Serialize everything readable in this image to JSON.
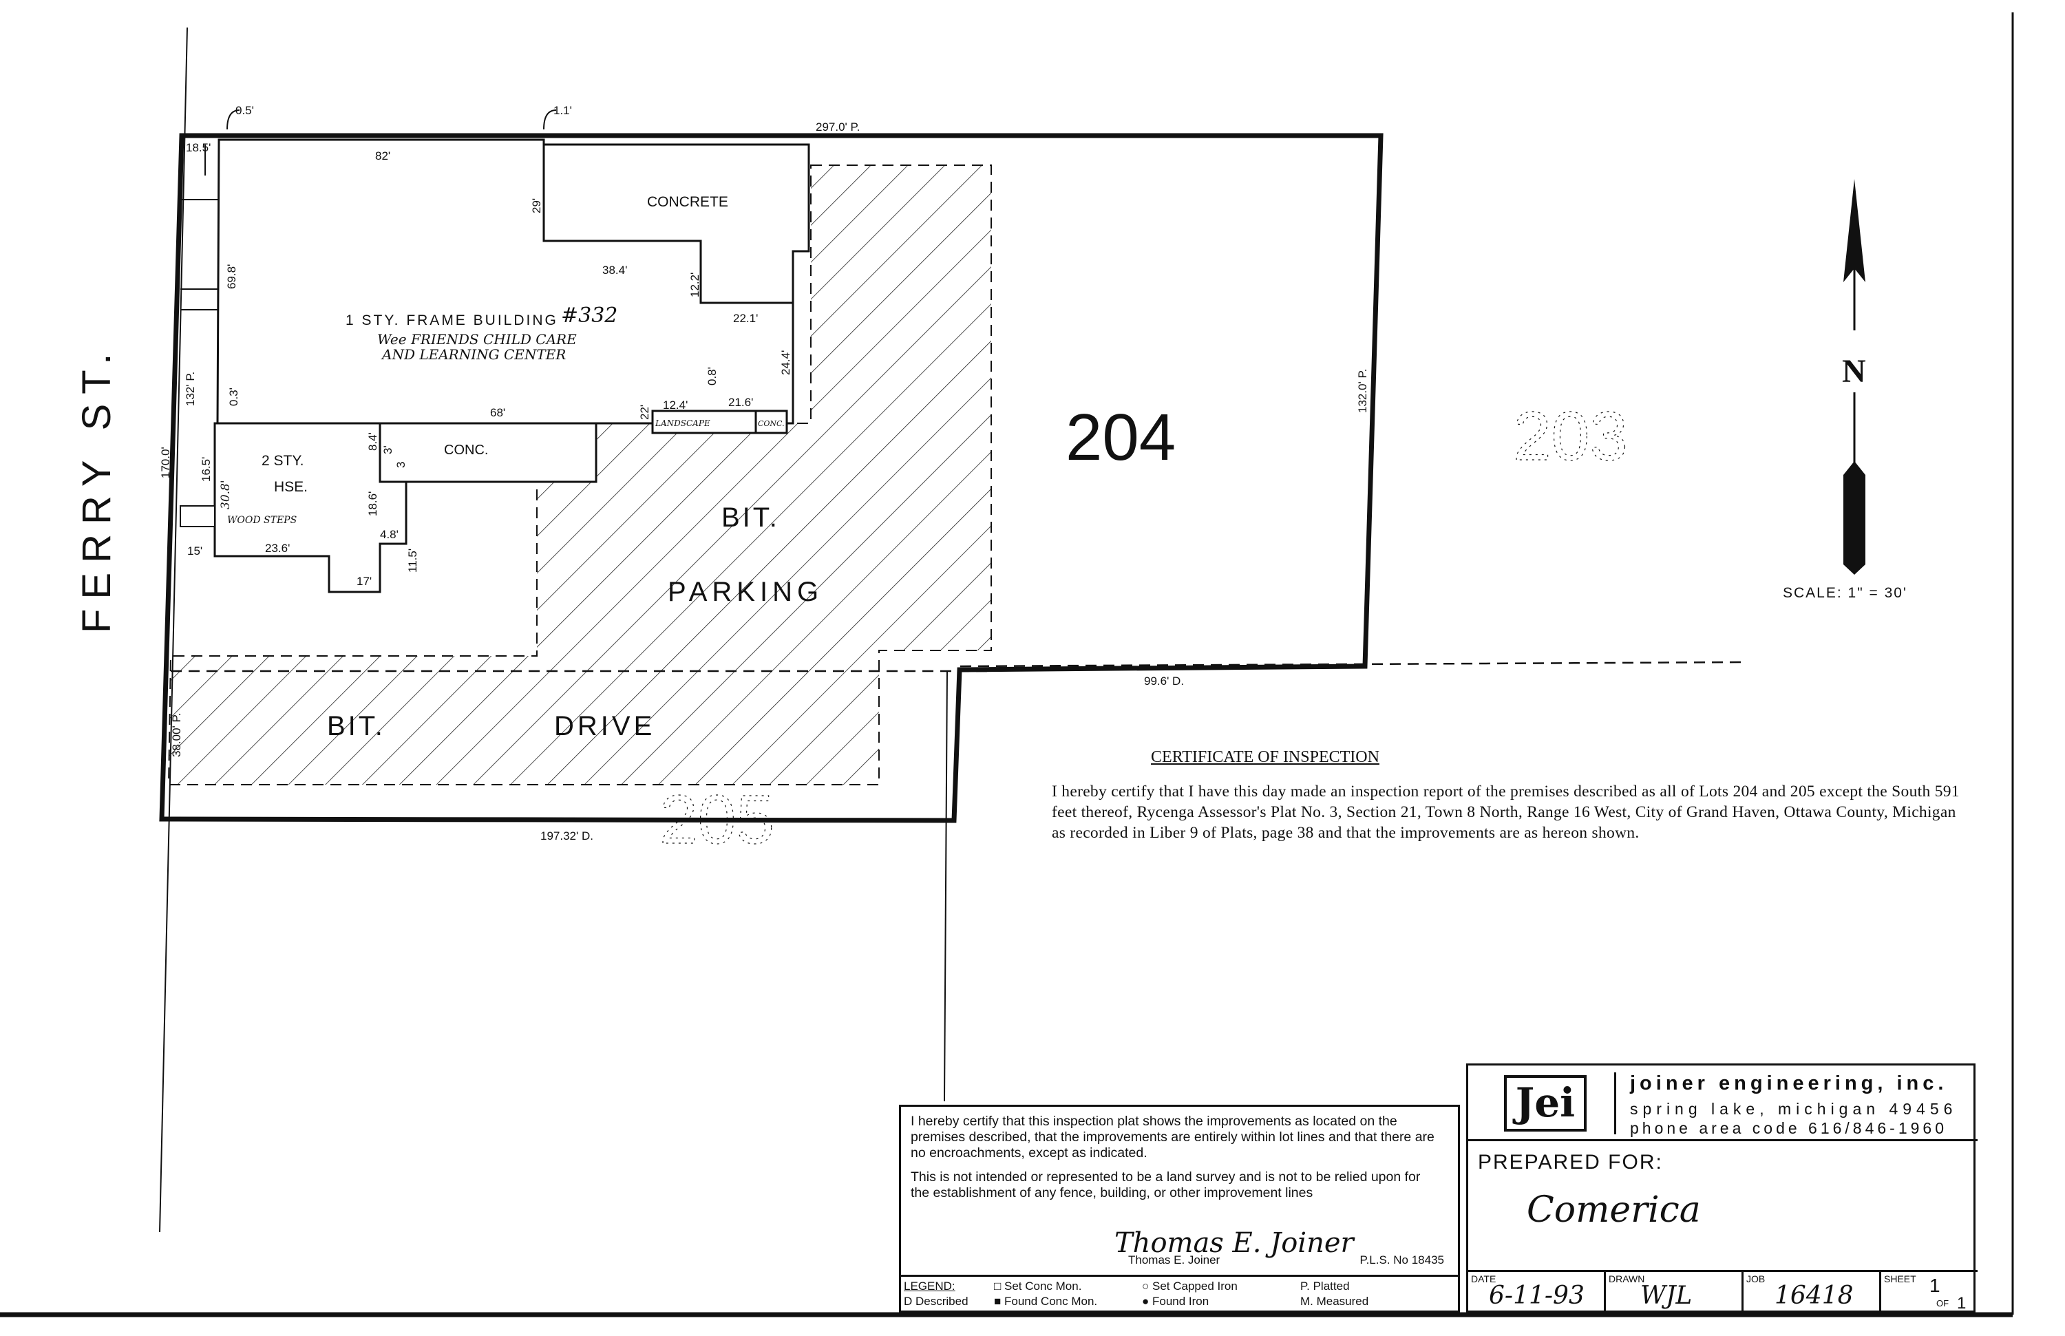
{
  "street": "FERRY ST.",
  "lots": {
    "a": "204",
    "b": "203",
    "c": "205"
  },
  "buildings": {
    "frame_building": "1 STY. FRAME BUILDING",
    "building_no": "#332",
    "occupant_line1": "Wee FRIENDS CHILD CARE",
    "occupant_line2": "AND LEARNING CENTER",
    "house_line1": "2 STY.",
    "house_line2": "HSE.",
    "concrete": "CONCRETE",
    "conc": "CONC.",
    "conc_small": "CONC.",
    "landscape": "LANDSCAPE",
    "wood_steps": "WOOD STEPS"
  },
  "areas": {
    "bit": "BIT.",
    "parking": "PARKING",
    "bit2": "BIT.",
    "drive": "DRIVE"
  },
  "dimensions": {
    "top_offset_left": "0.5'",
    "top_offset_mid": "1.1'",
    "north_line": "297.0' P.",
    "d_18_5": "18.5'",
    "d_82": "82'",
    "d_29": "29'",
    "d_69_8": "69.8'",
    "d_38_4": "38.4'",
    "d_12_2": "12.2'",
    "d_22_1": "22.1'",
    "d_24_4": "24.4'",
    "d_0_8": "0.8'",
    "d_21_6": "21.6'",
    "d_12_4": "12.4'",
    "d_22": "22'",
    "d_68": "68'",
    "d_132p": "132' P.",
    "d_0_3": "0.3'",
    "d_170": "170.0'",
    "d_16_5": "16.5'",
    "d_30_8": "30.8'",
    "d_8_4": "8.4'",
    "d_3a": "3'",
    "d_3b": "3",
    "d_18_6": "18.6'",
    "d_4_8": "4.8'",
    "d_11_5": "11.5'",
    "d_15": "15'",
    "d_23_6": "23.6'",
    "d_17": "17'",
    "d_38p": "38.00' P.",
    "d_99_6": "99.6' D.",
    "d_132_right": "132.0' P.",
    "d_197": "197.32' D."
  },
  "north_arrow": {
    "letter": "N",
    "scale": "SCALE: 1\" = 30'"
  },
  "certificate": {
    "title": "CERTIFICATE OF INSPECTION",
    "body": "I hereby certify that I have this day made an inspection report of the premises described as all of Lots 204 and 205 except the South 591 feet thereof, Rycenga Assessor's Plat No. 3, Section 21, Town 8 North, Range 16 West, City of Grand Haven, Ottawa County, Michigan as recorded in Liber 9 of Plats, page 38 and that the improvements are as hereon shown."
  },
  "statement": {
    "para1": "I hereby certify that this inspection plat shows the improvements as located on the premises described, that the improvements are entirely within lot lines and that there are no encroachments, except as indicated.",
    "para2": "This is not intended or represented to be a land survey and is not to be relied upon for the establishment of any fence, building, or other improvement lines",
    "signature": "Thomas E. Joiner",
    "signer": "Thomas E. Joiner",
    "license": "P.L.S. No 18435"
  },
  "legend": {
    "title": "LEGEND:",
    "d": "D Described",
    "set_conc": "□ Set Conc Mon.",
    "found_conc": "■ Found Conc Mon.",
    "set_iron": "○ Set Capped Iron",
    "found_iron": "● Found Iron",
    "p": "P. Platted",
    "m": "M. Measured"
  },
  "title_block": {
    "logo": "Jei",
    "firm": "joiner engineering, inc.",
    "address": "spring lake, michigan 49456",
    "phone": "phone area code 616/846-1960",
    "prepared_for": "PREPARED FOR:",
    "client": "Comerica",
    "date_label": "DATE",
    "date": "6-11-93",
    "drawn_label": "DRAWN",
    "drawn": "WJL",
    "job_label": "JOB",
    "job": "16418",
    "sheet_label": "SHEET",
    "sheet": "1",
    "of_label": "OF",
    "of": "1"
  }
}
